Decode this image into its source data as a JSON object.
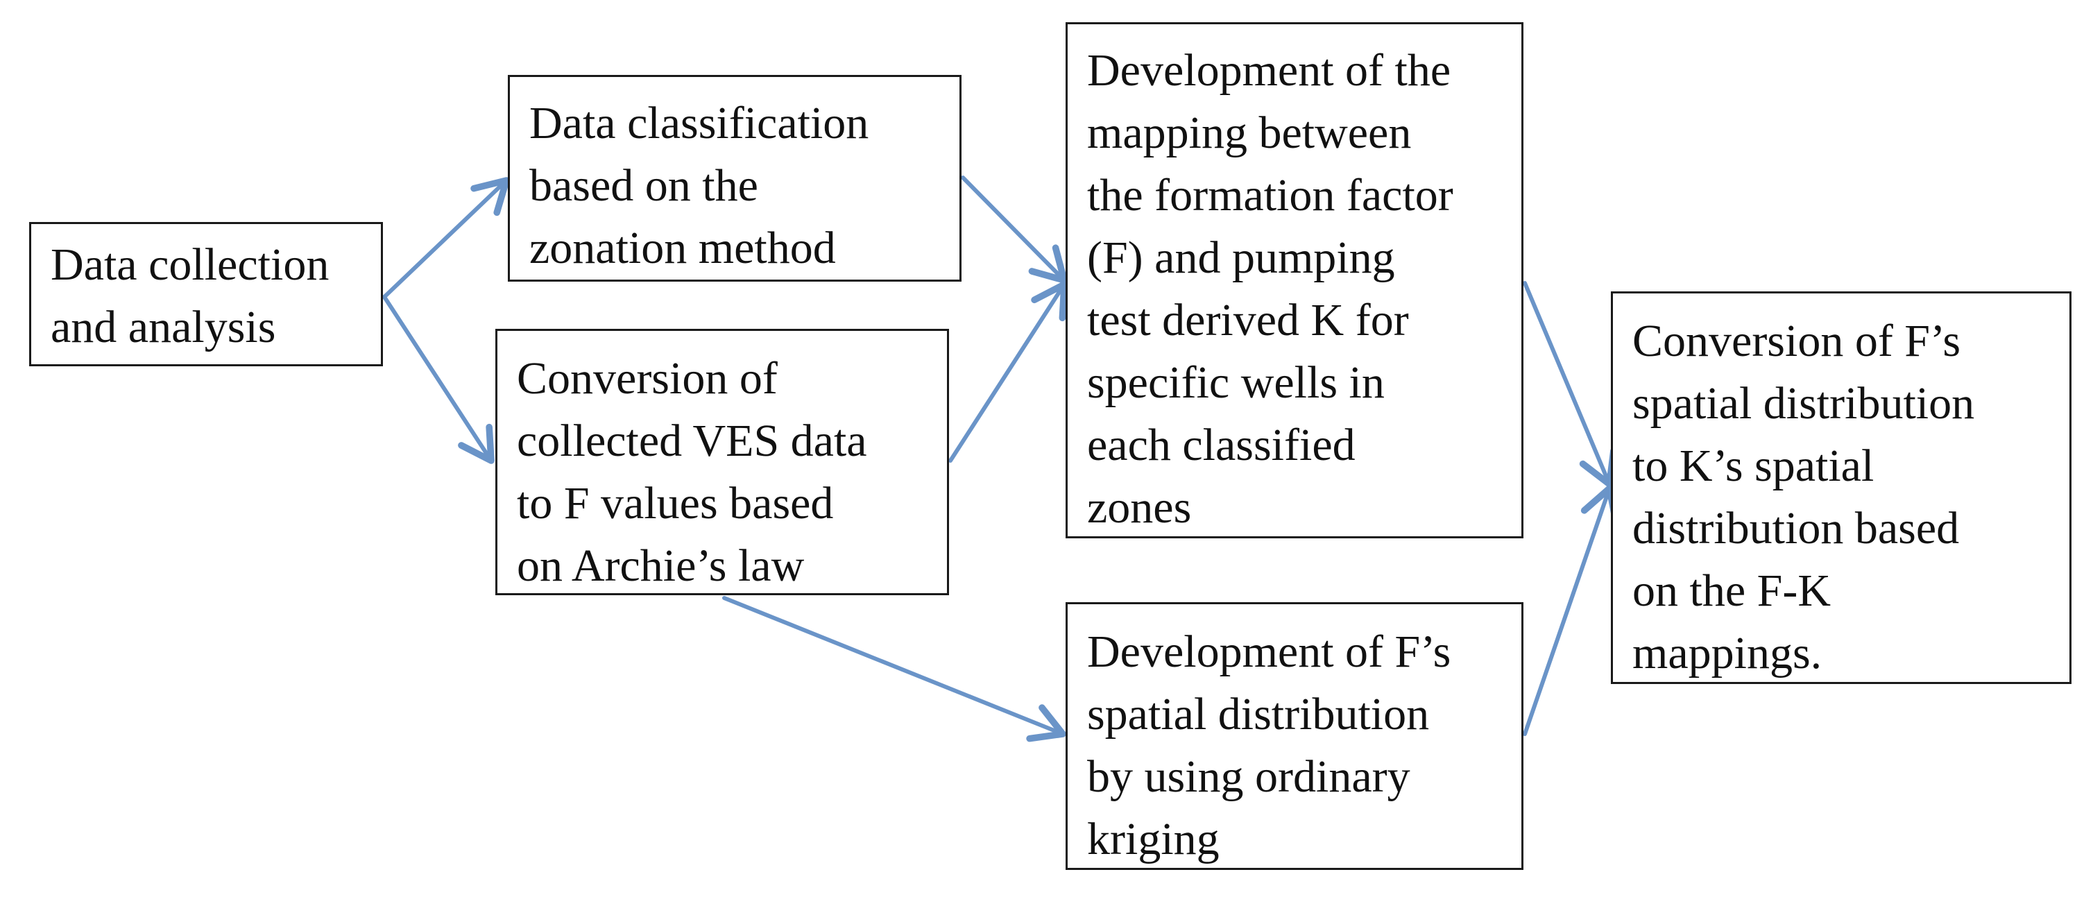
{
  "boxes": {
    "collect": "Data collection\nand analysis",
    "classify": "Data classification\nbased on the\nzonation method",
    "convert": "Conversion of\ncollected VES data\nto F values based\non Archie’s law",
    "mapping": "Development of the\nmapping between\nthe formation factor\n(F) and pumping\ntest derived K  for\nspecific wells in\neach classified\nzones",
    "kriging": "Development of F’s\nspatial distribution\nby using ordinary\nkriging",
    "final": "Conversion of F’s\nspatial distribution\nto K’s spatial\ndistribution based\non the F-K\nmappings."
  },
  "colors": {
    "arrow": "#6a94c8",
    "box_border": "#1a1a1a",
    "text": "#111111"
  }
}
